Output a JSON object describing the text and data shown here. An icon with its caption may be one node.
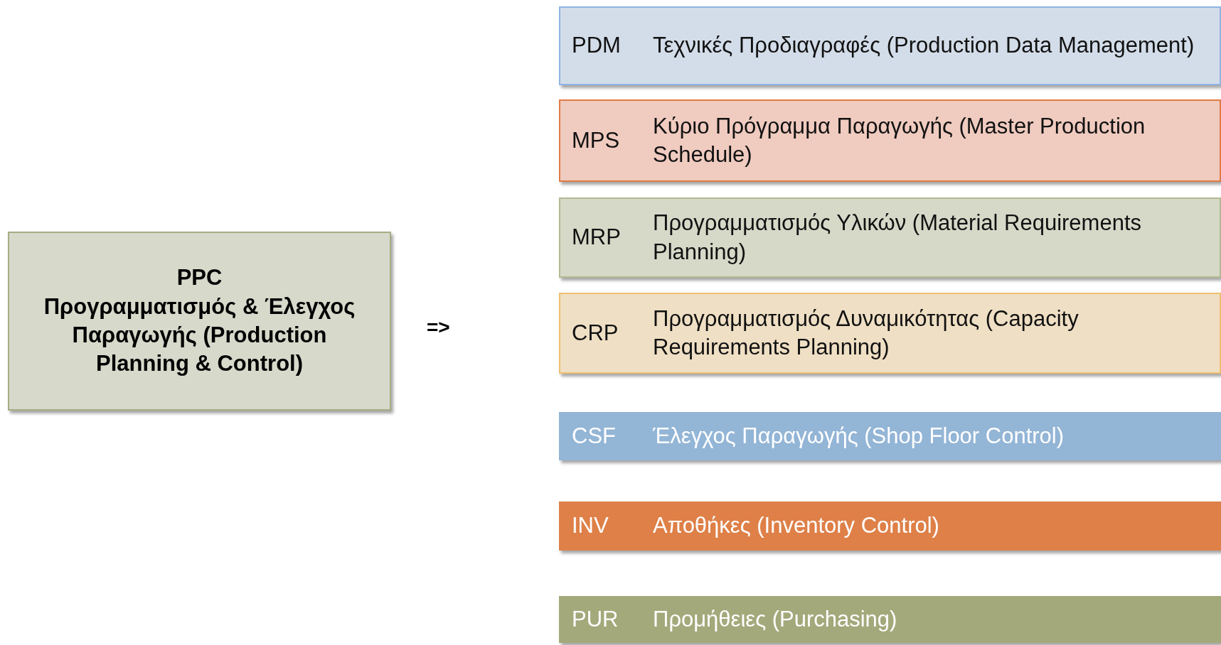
{
  "diagram": {
    "nodes": [
      {
        "text": [
          "PPC",
          "Προγραμματισμός & Έλεγχος Παραγωγής (Production Planning & Control)"
        ]
      },
      {
        "text": [
          "PDM",
          "Τεχνικές Προδιαγραφές (Production Data Management)"
        ]
      },
      {
        "text": [
          "MPS",
          "Κύριο Πρόγραμμα Παραγωγής (Master Production Schedule)"
        ]
      },
      {
        "text": [
          "MRP",
          "Προγραμματισμός Υλικών (Material Requirements Planning)"
        ]
      },
      {
        "text": [
          "CRP",
          "Προγραμματισμός Δυναμικότητας (Capacity Requirements Planning)"
        ]
      },
      {
        "text": [
          "CSF",
          "Έλεγχος Παραγωγής (Shop Floor Control)"
        ]
      },
      {
        "text": [
          "INV",
          "Αποθήκες (Inventory Control)"
        ]
      },
      {
        "text": [
          "PUR",
          "Προμήθειες (Purchasing)"
        ]
      }
    ],
    "edges": [],
    "labels": [
      "=>"
    ]
  }
}
